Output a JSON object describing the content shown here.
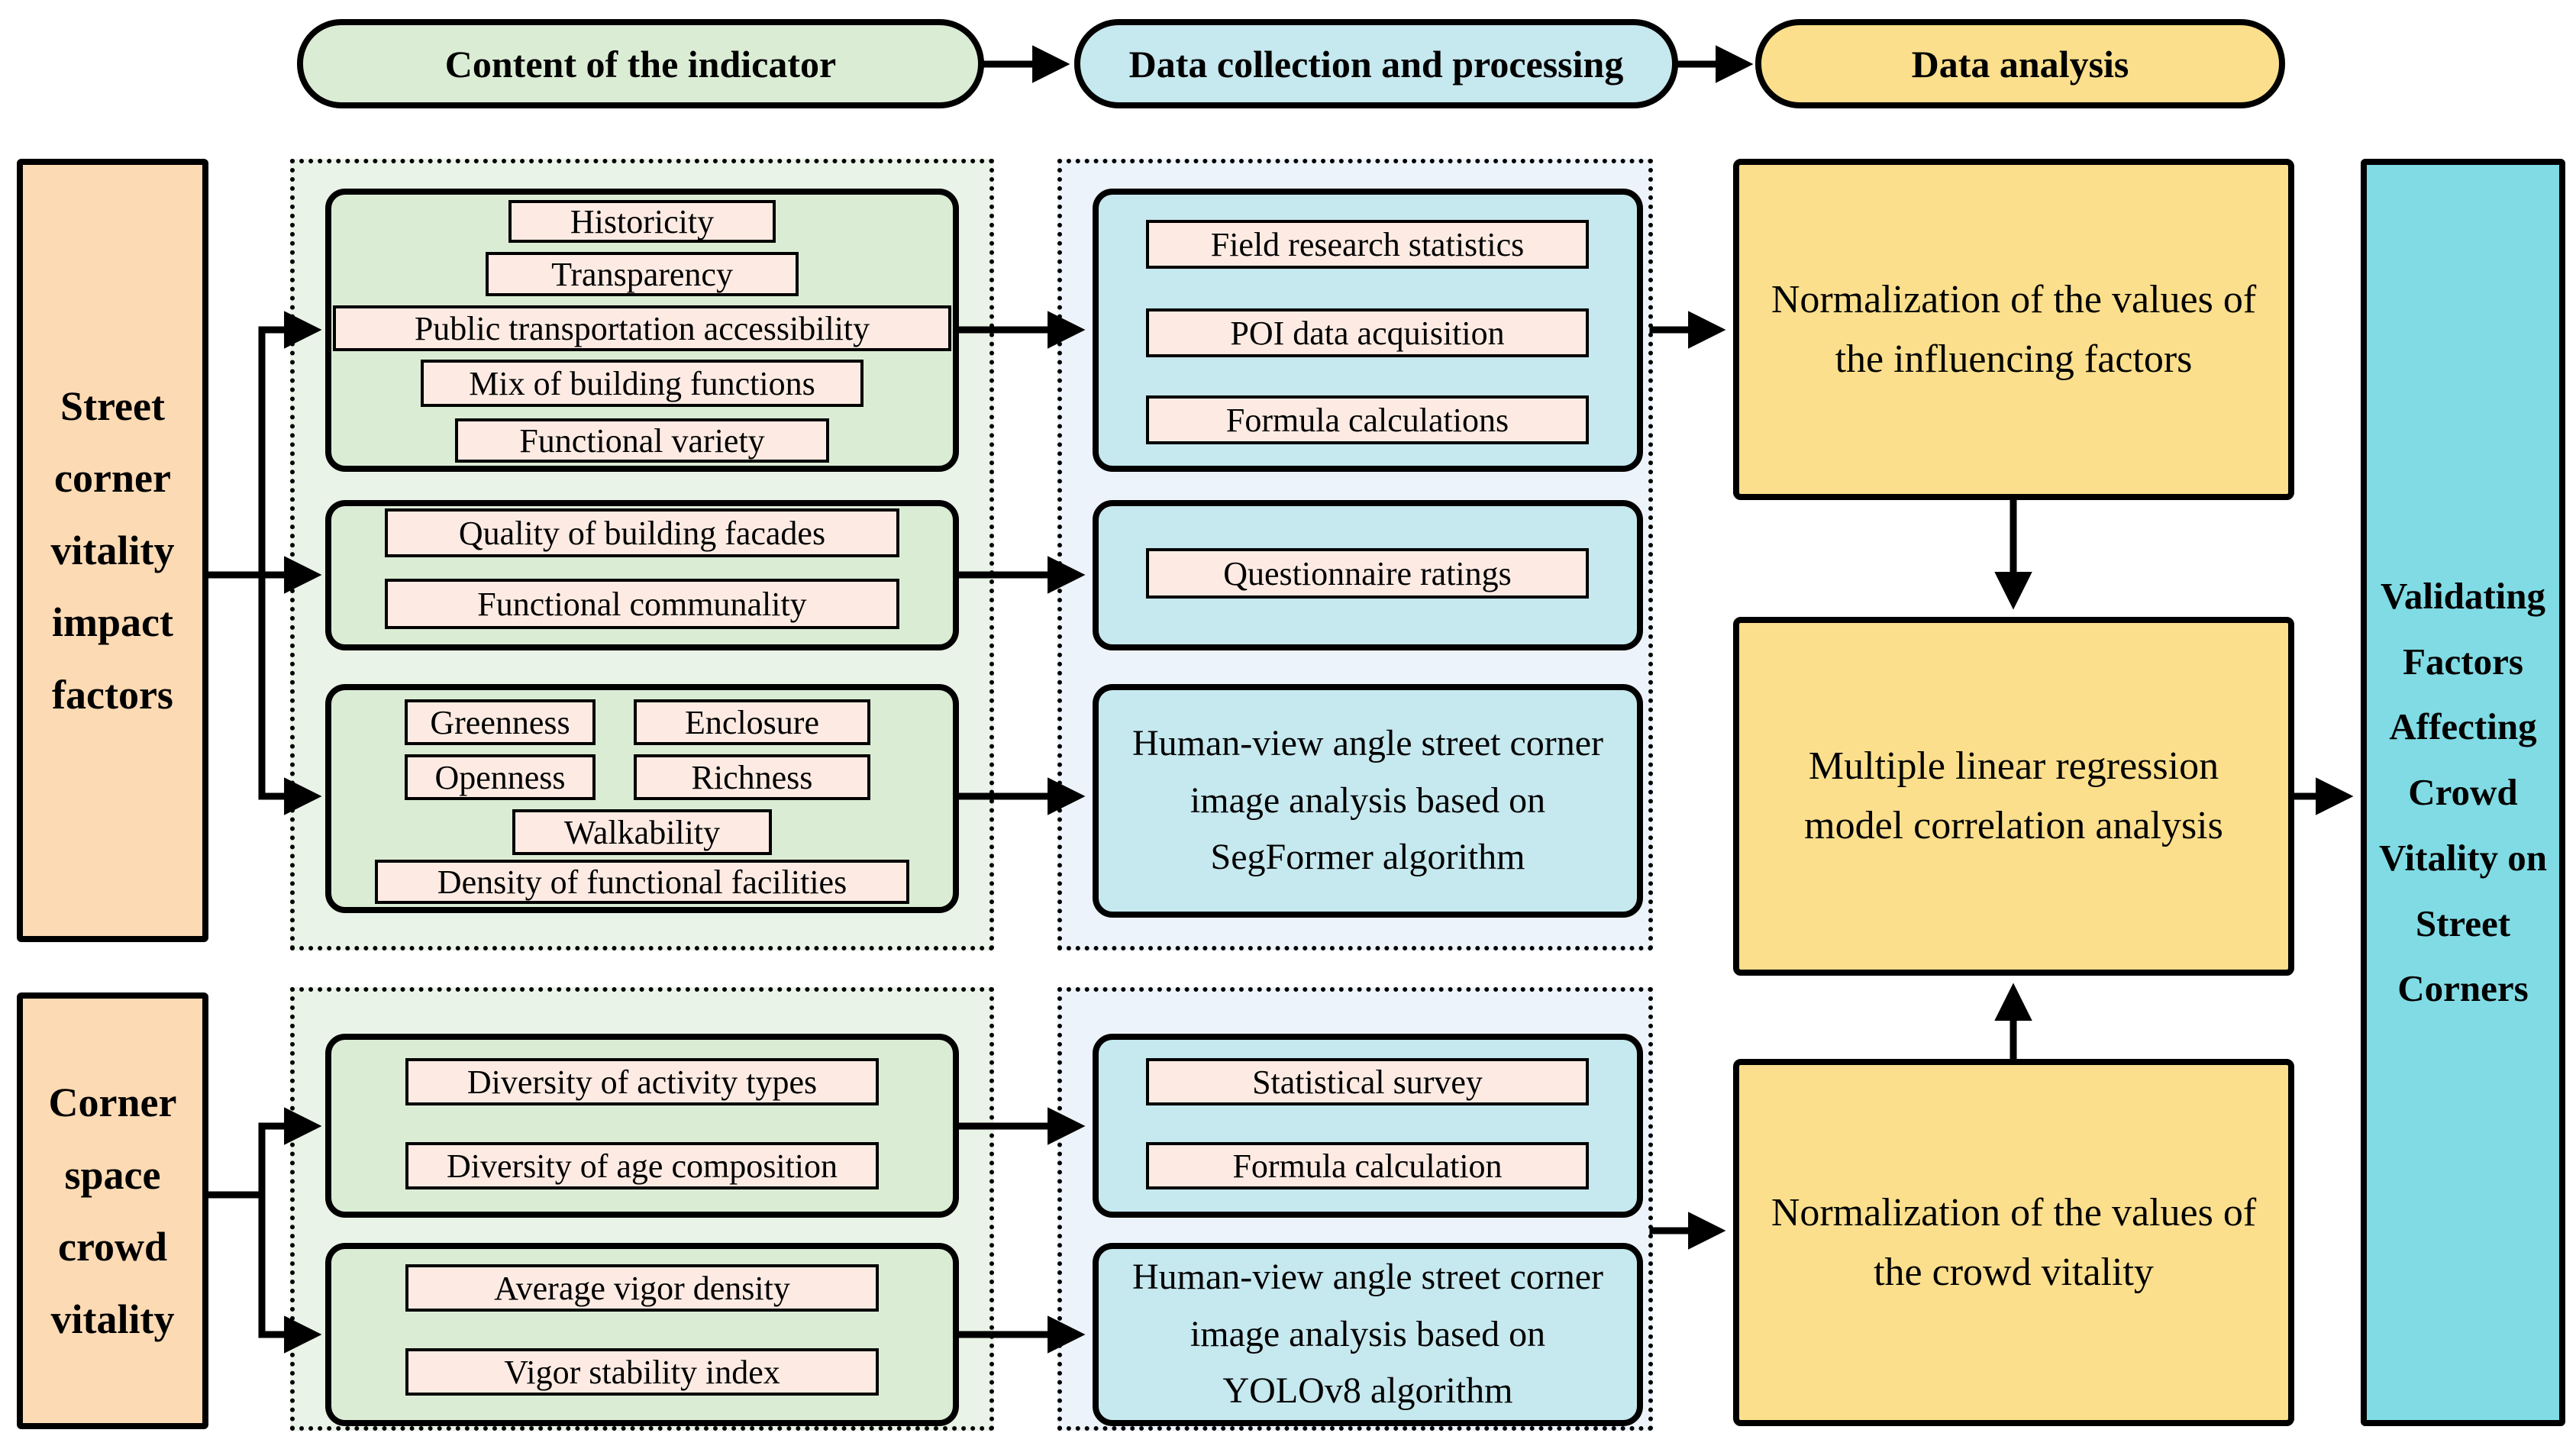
{
  "title": "Research framework flowchart",
  "colors": {
    "green_fill": "#dbecd5",
    "green_tint": "#eaf3e7",
    "blue_fill": "#c6e8ef",
    "blue_tint": "#edf3fa",
    "yellow_fill": "#fbdf8c",
    "peach_fill": "#fcdab4",
    "pink_fill": "#fdebe3",
    "cyan_fill": "#80dbe4",
    "border": "#000000"
  },
  "header": {
    "steps": [
      {
        "label": "Content of the indicator"
      },
      {
        "label": "Data collection and processing"
      },
      {
        "label": "Data analysis"
      }
    ]
  },
  "sources": {
    "impact_factors": "Street corner vitality impact factors",
    "crowd_vitality": "Corner space crowd vitality"
  },
  "indicator": {
    "group1": {
      "items": [
        "Historicity",
        "Transparency",
        "Public transportation accessibility",
        "Mix of building functions",
        "Functional variety"
      ]
    },
    "group2": {
      "items": [
        "Quality of building facades",
        "Functional communality"
      ]
    },
    "group3": {
      "items": [
        "Greenness",
        "Enclosure",
        "Openness",
        "Richness",
        "Walkability",
        "Density of functional facilities"
      ]
    },
    "group4": {
      "items": [
        "Diversity of activity types",
        "Diversity of age composition"
      ]
    },
    "group5": {
      "items": [
        "Average vigor density",
        "Vigor stability index"
      ]
    }
  },
  "collection": {
    "group1": {
      "items": [
        "Field research statistics",
        "POI data acquisition",
        "Formula calculations"
      ]
    },
    "group2": {
      "items": [
        "Questionnaire ratings"
      ]
    },
    "group3": {
      "text": "Human-view angle street corner image analysis based on SegFormer algorithm"
    },
    "group4": {
      "items": [
        "Statistical survey",
        "Formula calculation"
      ]
    },
    "group5": {
      "text": "Human-view angle street corner image analysis based on YOLOv8 algorithm"
    }
  },
  "analysis": {
    "normalize_factors": "Normalization of the values of the influencing factors",
    "regression": "Multiple linear regression model correlation analysis",
    "normalize_vitality": "Normalization of the values of the crowd vitality"
  },
  "result": {
    "label": "Validating\nFactors\nAffecting\nCrowd\nVitality on\nStreet\nCorners"
  }
}
